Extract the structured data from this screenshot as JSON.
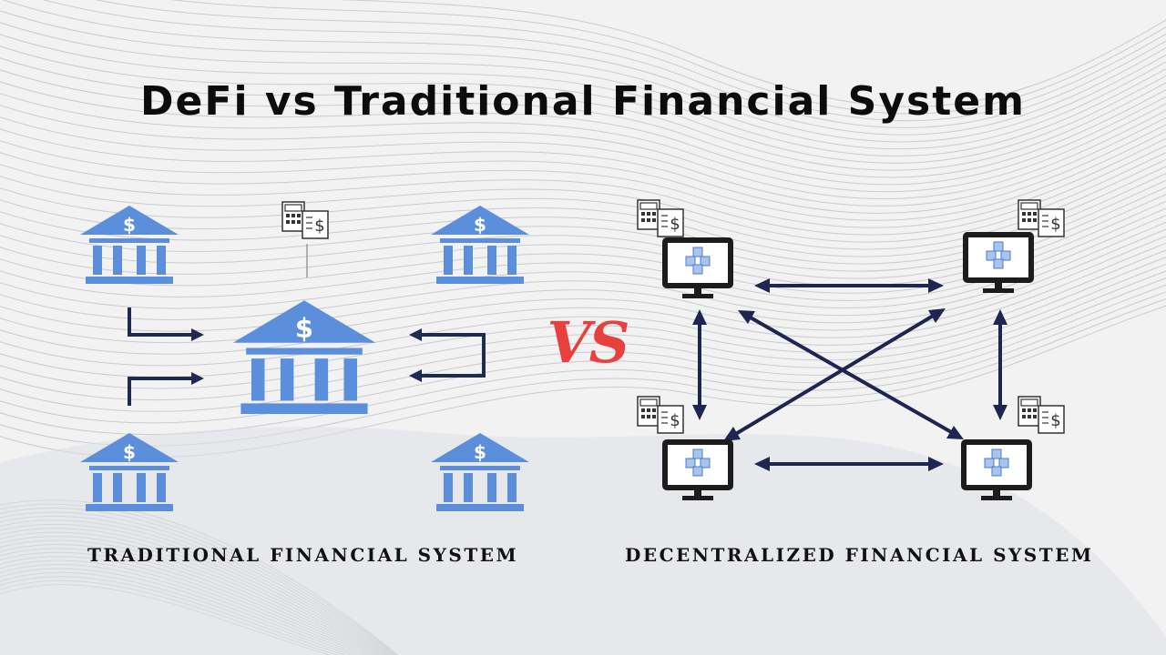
{
  "title": "DeFi vs Traditional Financial System",
  "vs_label": "VS",
  "traditional": {
    "caption": "TRADITIONAL FINANCIAL SYSTEM",
    "icons": {
      "bank": "bank-dollar-icon",
      "docs": "calculator-document-icon",
      "arrow": "elbow-arrow-icon"
    },
    "bank_color": "#5b8fdc"
  },
  "decentralized": {
    "caption": "DECENTRALIZED FINANCIAL SYSTEM",
    "icons": {
      "node": "computer-blockchain-icon",
      "docs": "calculator-document-icon",
      "arrow": "double-arrow-icon"
    },
    "arrow_color": "#1d2550"
  },
  "colors": {
    "title": "#0c0c0c",
    "vs": "#e8403c",
    "background": "#f2f2f3"
  }
}
